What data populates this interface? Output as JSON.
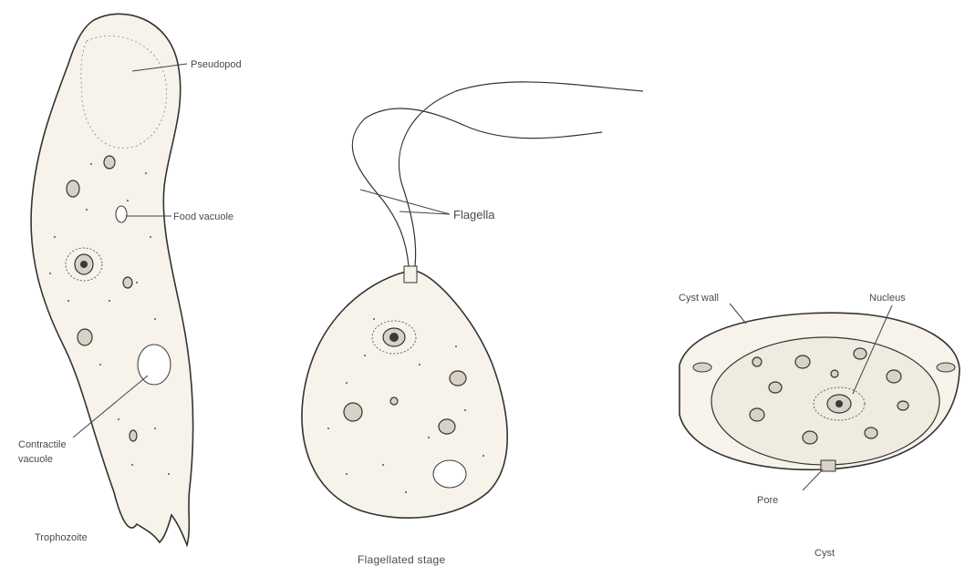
{
  "figure": {
    "trophozoite": {
      "caption": "Trophozoite",
      "labels": {
        "pseudopod": "Pseudopod",
        "food_vacuole": "Food vacuole",
        "contractile_vacuole_line1": "Contractile",
        "contractile_vacuole_line2": "vacuole"
      }
    },
    "flagellated": {
      "caption": "Flagellated stage",
      "labels": {
        "flagella": "Flagella"
      }
    },
    "cyst": {
      "caption": "Cyst",
      "labels": {
        "cyst_wall": "Cyst wall",
        "nucleus": "Nucleus",
        "pore": "Pore"
      }
    }
  }
}
